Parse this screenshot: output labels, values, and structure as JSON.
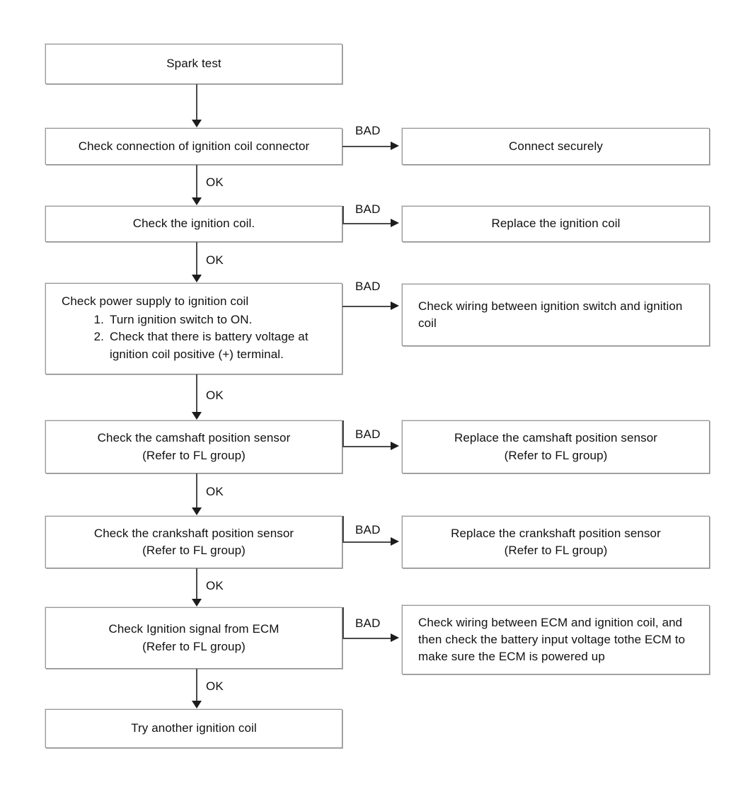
{
  "diagram": {
    "title": "Ignition system spark test troubleshooting flowchart",
    "colors": {
      "box_border": "#8a8a8a",
      "box_fill": "#ffffff",
      "connector": "#4a4a4a",
      "text": "#111111"
    },
    "edge_labels": {
      "ok": "OK",
      "bad": "BAD"
    }
  },
  "nodes": {
    "start": {
      "label": "Spark test"
    },
    "check_connector": {
      "label": "Check connection of ignition coil connector"
    },
    "connect_securely": {
      "label": "Connect securely"
    },
    "check_coil": {
      "label": "Check the ignition coil."
    },
    "replace_coil": {
      "label": "Replace the ignition coil"
    },
    "check_power": {
      "heading": "Check power supply to ignition coil",
      "steps": [
        {
          "num": "1.",
          "text": "Turn ignition switch to ON."
        },
        {
          "num": "2.",
          "text": "Check that there is battery voltage at ignition coil positive (+) terminal."
        }
      ]
    },
    "check_wiring_switch": {
      "label": "Check wiring between ignition switch and ignition coil"
    },
    "check_cam": {
      "label": "Check the camshaft position sensor\n(Refer to FL group)"
    },
    "replace_cam": {
      "label": "Replace the camshaft position sensor\n(Refer to FL group)"
    },
    "check_crank": {
      "label": "Check the crankshaft position sensor\n(Refer to FL group)"
    },
    "replace_crank": {
      "label": "Replace the crankshaft position sensor\n(Refer to FL group)"
    },
    "check_ecm": {
      "label": "Check Ignition signal from ECM\n(Refer to FL group)"
    },
    "check_wiring_ecm": {
      "label": "Check wiring between ECM and ignition coil, and then check the battery input voltage tothe ECM to make sure the ECM is powered up"
    },
    "try_another": {
      "label": "Try another ignition coil"
    }
  },
  "edges": [
    {
      "from": "start",
      "to": "check_connector",
      "label": ""
    },
    {
      "from": "check_connector",
      "to": "connect_securely",
      "label": "BAD"
    },
    {
      "from": "check_connector",
      "to": "check_coil",
      "label": "OK"
    },
    {
      "from": "check_coil",
      "to": "replace_coil",
      "label": "BAD"
    },
    {
      "from": "check_coil",
      "to": "check_power",
      "label": "OK"
    },
    {
      "from": "check_power",
      "to": "check_wiring_switch",
      "label": "BAD"
    },
    {
      "from": "check_power",
      "to": "check_cam",
      "label": "OK"
    },
    {
      "from": "check_cam",
      "to": "replace_cam",
      "label": "BAD"
    },
    {
      "from": "check_cam",
      "to": "check_crank",
      "label": "OK"
    },
    {
      "from": "check_crank",
      "to": "replace_crank",
      "label": "BAD"
    },
    {
      "from": "check_crank",
      "to": "check_ecm",
      "label": "OK"
    },
    {
      "from": "check_ecm",
      "to": "check_wiring_ecm",
      "label": "BAD"
    },
    {
      "from": "check_ecm",
      "to": "try_another",
      "label": "OK"
    }
  ]
}
